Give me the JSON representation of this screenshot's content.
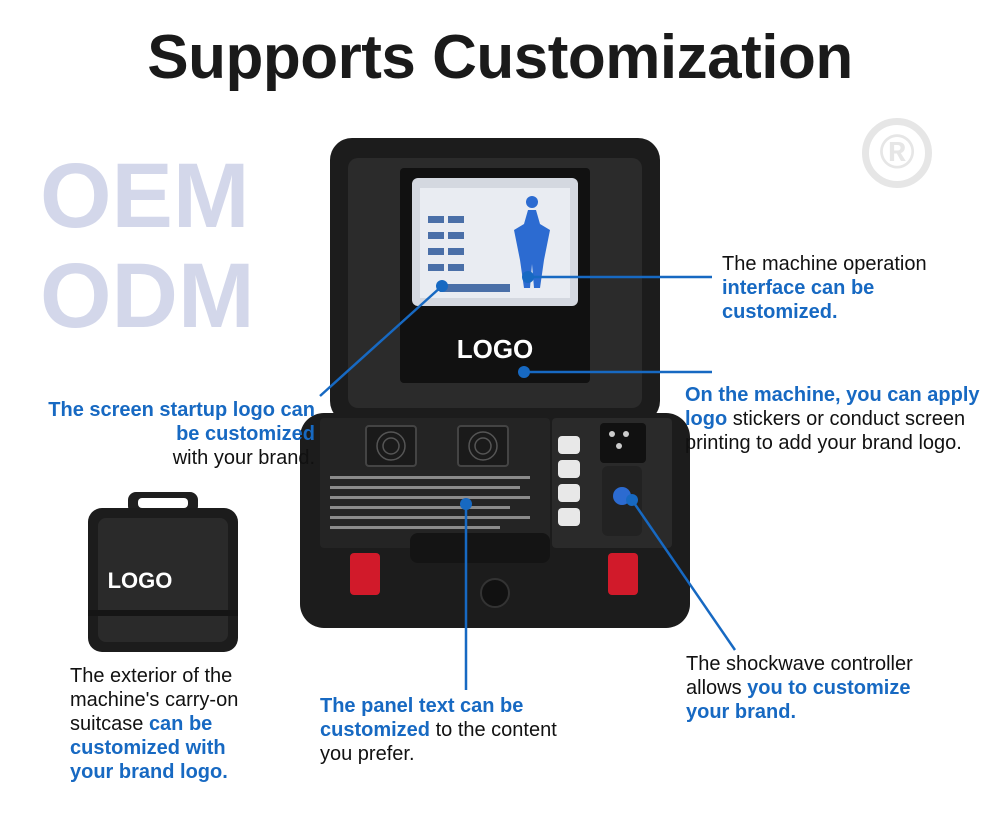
{
  "title": "Supports Customization",
  "watermark": {
    "line1": "OEM",
    "line2": "ODM",
    "registered": "®"
  },
  "machine": {
    "panel_logo": "LOGO",
    "suitcase_logo": "LOGO"
  },
  "callouts": {
    "interface": {
      "plain": "The machine operation",
      "highlight": "interface can be customized."
    },
    "sticker": {
      "highlight": "On the machine, you can apply logo",
      "plain": " stickers or conduct screen printing to add your brand logo."
    },
    "startup": {
      "highlight": "The screen startup logo can be customized",
      "plain": "with your brand."
    },
    "exterior": {
      "plain": "The exterior of the machine's carry-on suitcase ",
      "highlight": "can be customized with your brand logo."
    },
    "panel_text": {
      "highlight": "The panel text can be customized",
      "plain": " to the content you prefer."
    },
    "controller": {
      "plain": "The shockwave controller allows ",
      "highlight": "you to customize your brand."
    }
  },
  "colors": {
    "accent": "#1769c2",
    "watermark": "#d3d7ea",
    "case": "#1c1c1c",
    "latch": "#d11a2a"
  }
}
